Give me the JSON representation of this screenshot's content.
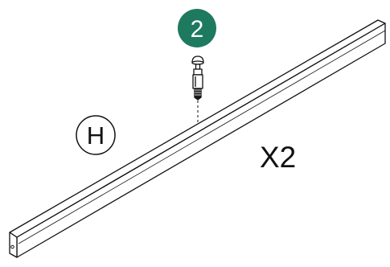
{
  "step": {
    "number": "2",
    "badge_color": "#1d7a5f"
  },
  "part": {
    "letter": "H"
  },
  "quantity": {
    "label": "X2"
  },
  "hardware": {
    "icon": "cam-bolt-icon"
  }
}
